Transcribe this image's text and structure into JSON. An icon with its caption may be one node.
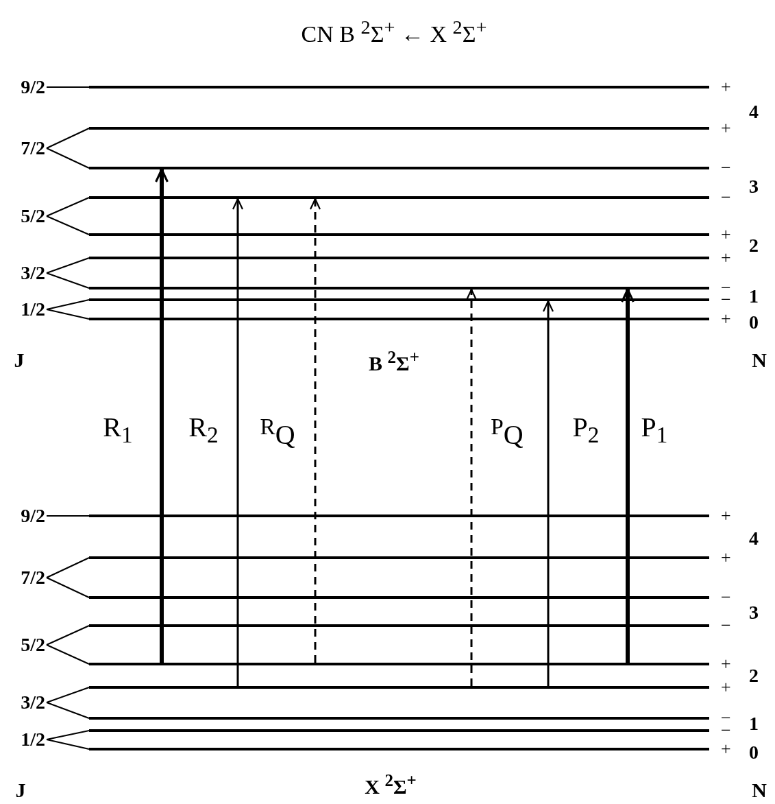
{
  "diagram": {
    "title": "CN B $^{2}$Σ$^{+}$ ← X $^{2}$Σ$^{+}$",
    "nodes": [
      {
        "text": [
          "9/2"
        ]
      },
      {
        "text": [],
        "shape": "bar",
        "beside": [
          "+"
        ]
      },
      {
        "text": [
          "7/2"
        ]
      },
      {
        "text": [],
        "shape": "bar",
        "beside": [
          "+"
        ]
      },
      {
        "text": [],
        "shape": "bar",
        "beside": [
          "−"
        ]
      },
      {
        "text": [
          "5/2"
        ]
      },
      {
        "text": [],
        "shape": "bar",
        "beside": [
          "−"
        ]
      },
      {
        "text": [],
        "shape": "bar",
        "beside": [
          "+"
        ]
      },
      {
        "text": [
          "3/2"
        ]
      },
      {
        "text": [],
        "shape": "bar",
        "beside": [
          "+"
        ]
      },
      {
        "text": [],
        "shape": "bar",
        "beside": [
          "−"
        ]
      },
      {
        "text": [
          "1/2"
        ]
      },
      {
        "text": [],
        "shape": "bar",
        "beside": [
          "−"
        ]
      },
      {
        "text": [],
        "shape": "bar",
        "beside": [
          "+"
        ]
      },
      {
        "text": [
          "9/2"
        ]
      },
      {
        "text": [],
        "shape": "bar",
        "beside": [
          "+"
        ]
      },
      {
        "text": [
          "7/2"
        ]
      },
      {
        "text": [],
        "shape": "bar",
        "beside": [
          "+"
        ]
      },
      {
        "text": [],
        "shape": "bar",
        "beside": [
          "−"
        ]
      },
      {
        "text": [
          "5/2"
        ]
      },
      {
        "text": [],
        "shape": "bar",
        "beside": [
          "−"
        ]
      },
      {
        "text": [],
        "shape": "bar",
        "beside": [
          "+"
        ]
      },
      {
        "text": [
          "3/2"
        ]
      },
      {
        "text": [],
        "shape": "bar",
        "beside": [
          "+"
        ]
      },
      {
        "text": [],
        "shape": "bar",
        "beside": [
          "−"
        ]
      },
      {
        "text": [
          "1/2"
        ]
      },
      {
        "text": [],
        "shape": "bar",
        "beside": [
          "−"
        ]
      },
      {
        "text": [],
        "shape": "bar",
        "beside": [
          "+"
        ]
      }
    ],
    "edges": [
      {
        "from": 0,
        "to": 1,
        "arrow": "none"
      },
      {
        "from": 2,
        "to": 3,
        "arrow": "none"
      },
      {
        "from": 2,
        "to": 4,
        "arrow": "none"
      },
      {
        "from": 5,
        "to": 6,
        "arrow": "none"
      },
      {
        "from": 5,
        "to": 7,
        "arrow": "none"
      },
      {
        "from": 8,
        "to": 9,
        "arrow": "none"
      },
      {
        "from": 8,
        "to": 10,
        "arrow": "none"
      },
      {
        "from": 11,
        "to": 12,
        "arrow": "none"
      },
      {
        "from": 11,
        "to": 13,
        "arrow": "none"
      },
      {
        "from": 14,
        "to": 15,
        "arrow": "none"
      },
      {
        "from": 16,
        "to": 17,
        "arrow": "none"
      },
      {
        "from": 16,
        "to": 18,
        "arrow": "none"
      },
      {
        "from": 19,
        "to": 20,
        "arrow": "none"
      },
      {
        "from": 19,
        "to": 21,
        "arrow": "none"
      },
      {
        "from": 22,
        "to": 23,
        "arrow": "none"
      },
      {
        "from": 22,
        "to": 24,
        "arrow": "none"
      },
      {
        "from": 25,
        "to": 26,
        "arrow": "none"
      },
      {
        "from": 25,
        "to": 27,
        "arrow": "none"
      },
      {
        "from": 21,
        "to": 4,
        "arrow": "to",
        "label": "R$_{1}$",
        "style": "thick"
      },
      {
        "from": 23,
        "to": 6,
        "arrow": "to",
        "label": "R$_{2}$"
      },
      {
        "from": 21,
        "to": 6,
        "arrow": "to",
        "label": "$^{R}$Q",
        "style": "dashed"
      },
      {
        "from": 23,
        "to": 10,
        "arrow": "to",
        "label": "$^{P}$Q",
        "style": "dashed"
      },
      {
        "from": 23,
        "to": 12,
        "arrow": "to",
        "label": "P$_{2}$"
      },
      {
        "from": 21,
        "to": 10,
        "arrow": "to",
        "label": "P$_{1}$",
        "style": "thick"
      }
    ],
    "labels": [
      "4",
      "3",
      "2",
      "1",
      "0",
      "J",
      "B $^{2}$Σ$^{+}$",
      "N",
      "4",
      "3",
      "2",
      "1",
      "0",
      "J",
      "X $^{2}$Σ$^{+}$",
      "N"
    ]
  }
}
